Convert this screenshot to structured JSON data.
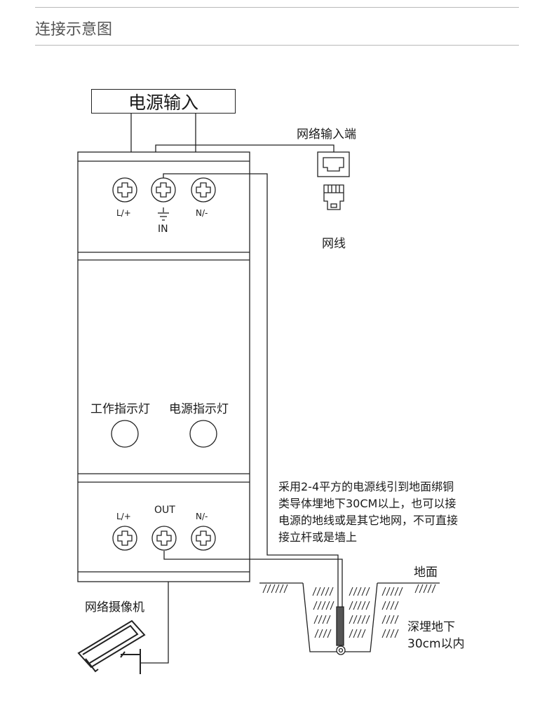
{
  "title": "连接示意图",
  "power_input": "电源输入",
  "network_input_port": "网络输入端",
  "network_cable": "网线",
  "terminals_in": {
    "l": "L/+",
    "n": "N/-",
    "label": "IN"
  },
  "terminals_out": {
    "l": "L/+",
    "n": "N/-",
    "label": "OUT"
  },
  "work_indicator": "工作指示灯",
  "power_indicator": "电源指示灯",
  "note_lines": [
    "采用2-4平方的电源线引到地面绑铜",
    "类导体埋地下30CM以上，也可以接",
    "电源的地线或是其它地网，不可直接",
    "接立杆或是墙上"
  ],
  "ground_label": "地面",
  "depth_lines": [
    "深埋地下",
    "30cm以内"
  ],
  "camera_label": "网络摄像机"
}
